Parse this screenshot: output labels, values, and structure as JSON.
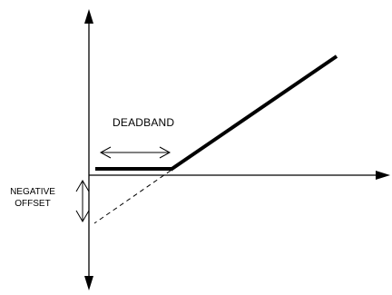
{
  "labels": {
    "deadband": "DEADBAND",
    "negative_offset_line1": "NEGATIVE",
    "negative_offset_line2": "OFFSET"
  },
  "colors": {
    "line": "#000000",
    "background": "#ffffff"
  }
}
